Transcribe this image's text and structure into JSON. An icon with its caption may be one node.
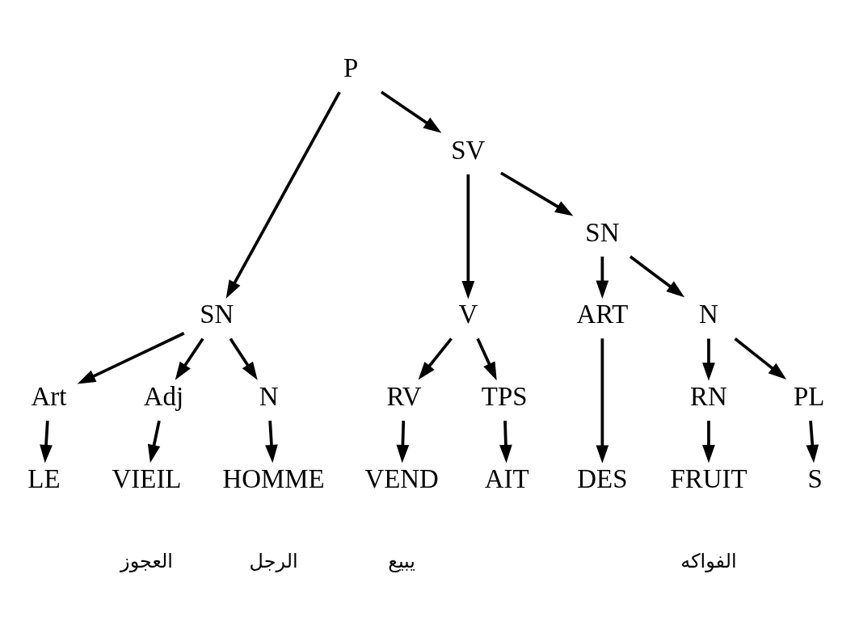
{
  "diagram": {
    "nodes": [
      {
        "text": [
          "P"
        ]
      },
      {
        "text": [
          "SN"
        ]
      },
      {
        "text": [
          "SV"
        ]
      },
      {
        "text": [
          "Art"
        ]
      },
      {
        "text": [
          "Adj"
        ]
      },
      {
        "text": [
          "N"
        ]
      },
      {
        "text": [
          "V"
        ]
      },
      {
        "text": [
          "SN"
        ]
      },
      {
        "text": [
          "RV"
        ]
      },
      {
        "text": [
          "TPS"
        ]
      },
      {
        "text": [
          "ART"
        ]
      },
      {
        "text": [
          "N"
        ]
      },
      {
        "text": [
          "RN"
        ]
      },
      {
        "text": [
          "PL"
        ]
      },
      {
        "text": [
          "LE"
        ]
      },
      {
        "text": [
          "VIEIL"
        ]
      },
      {
        "text": [
          "HOMME"
        ]
      },
      {
        "text": [
          "VEND"
        ]
      },
      {
        "text": [
          "AIT"
        ]
      },
      {
        "text": [
          "DES"
        ]
      },
      {
        "text": [
          "FRUIT"
        ]
      },
      {
        "text": [
          "S"
        ]
      }
    ],
    "edges": [
      {
        "from": 0,
        "to": 1,
        "arrow": "to"
      },
      {
        "from": 0,
        "to": 2,
        "arrow": "to"
      },
      {
        "from": 1,
        "to": 3,
        "arrow": "to"
      },
      {
        "from": 1,
        "to": 4,
        "arrow": "to"
      },
      {
        "from": 1,
        "to": 5,
        "arrow": "to"
      },
      {
        "from": 2,
        "to": 6,
        "arrow": "to"
      },
      {
        "from": 2,
        "to": 7,
        "arrow": "to"
      },
      {
        "from": 6,
        "to": 8,
        "arrow": "to"
      },
      {
        "from": 6,
        "to": 9,
        "arrow": "to"
      },
      {
        "from": 7,
        "to": 10,
        "arrow": "to"
      },
      {
        "from": 7,
        "to": 11,
        "arrow": "to"
      },
      {
        "from": 11,
        "to": 12,
        "arrow": "to"
      },
      {
        "from": 11,
        "to": 13,
        "arrow": "to"
      },
      {
        "from": 3,
        "to": 14,
        "arrow": "to"
      },
      {
        "from": 4,
        "to": 15,
        "arrow": "to"
      },
      {
        "from": 5,
        "to": 16,
        "arrow": "to"
      },
      {
        "from": 8,
        "to": 17,
        "arrow": "to"
      },
      {
        "from": 9,
        "to": 18,
        "arrow": "to"
      },
      {
        "from": 10,
        "to": 19,
        "arrow": "to"
      },
      {
        "from": 12,
        "to": 20,
        "arrow": "to"
      },
      {
        "from": 13,
        "to": 21,
        "arrow": "to"
      }
    ],
    "labels": [
      "العجوز",
      "الرجل",
      "يبيع",
      "الفواكه"
    ]
  }
}
